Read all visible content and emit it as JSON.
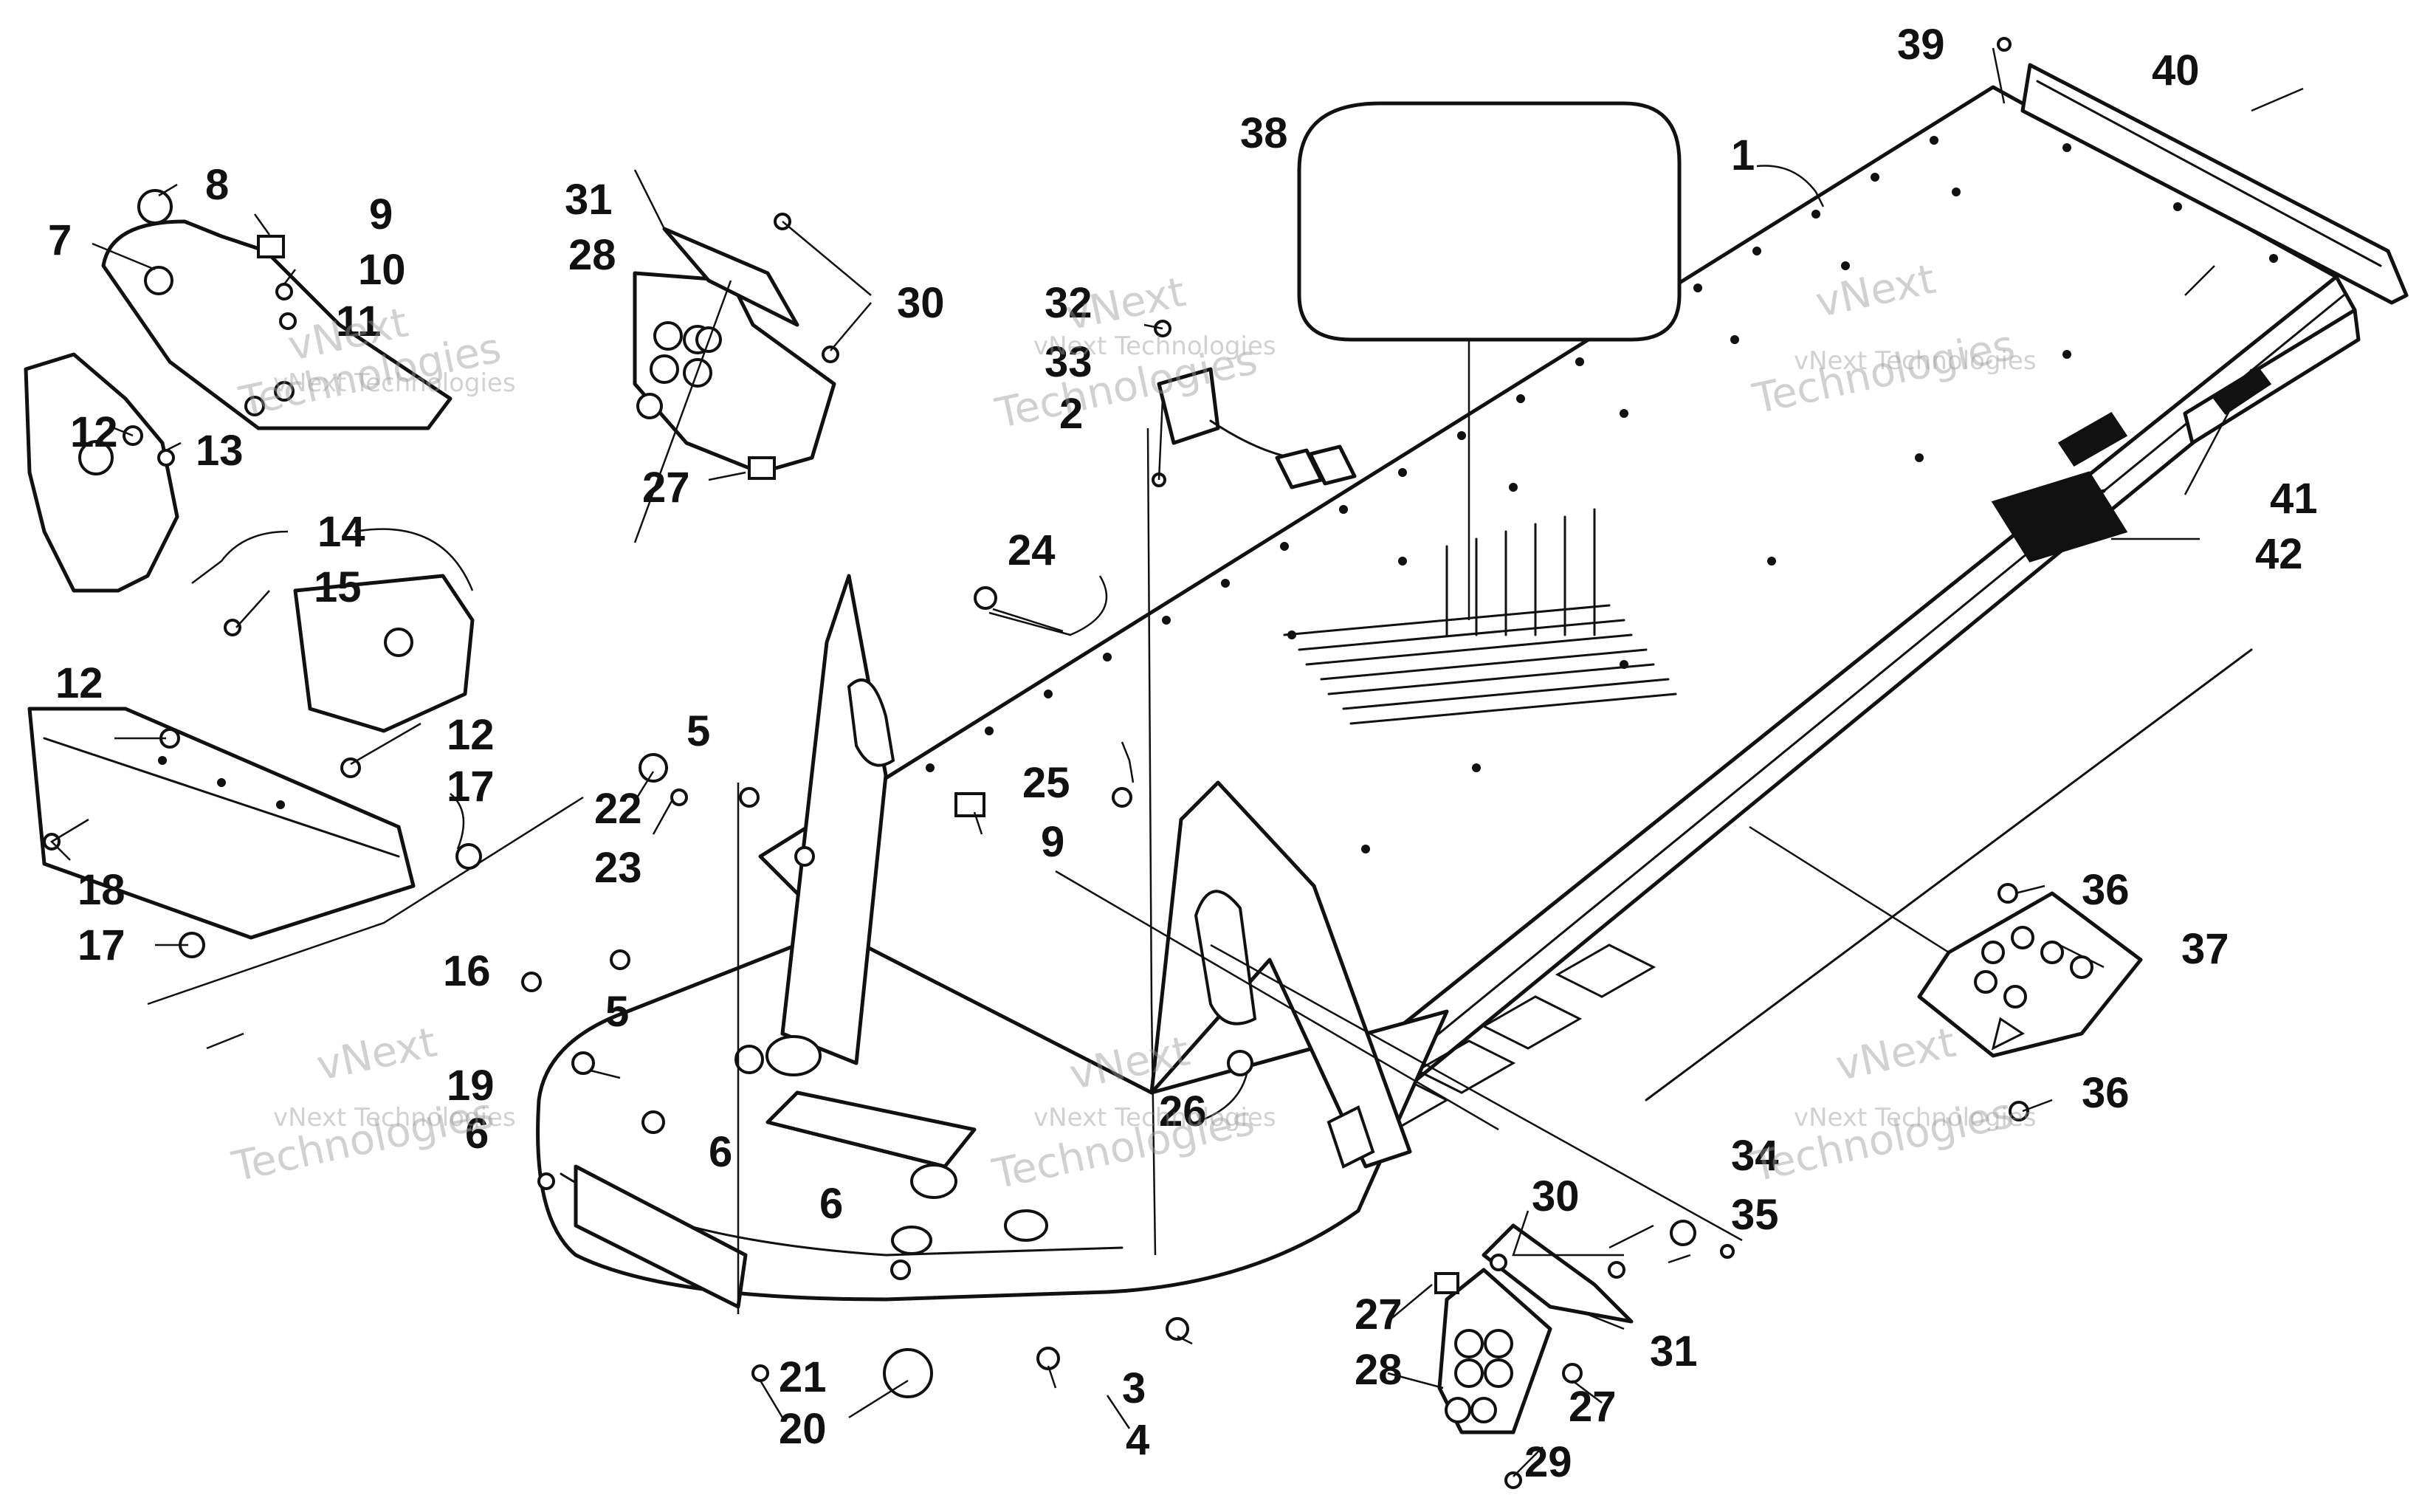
{
  "watermark": {
    "line1": "vNext",
    "line2": "Technologies",
    "full": "vNext Technologies"
  },
  "callouts": [
    {
      "label": "1"
    },
    {
      "label": "2"
    },
    {
      "label": "3"
    },
    {
      "label": "4"
    },
    {
      "label": "5"
    },
    {
      "label": "5"
    },
    {
      "label": "6"
    },
    {
      "label": "6"
    },
    {
      "label": "7"
    },
    {
      "label": "8"
    },
    {
      "label": "9"
    },
    {
      "label": "9"
    },
    {
      "label": "10"
    },
    {
      "label": "11"
    },
    {
      "label": "12"
    },
    {
      "label": "12"
    },
    {
      "label": "12"
    },
    {
      "label": "13"
    },
    {
      "label": "14"
    },
    {
      "label": "15"
    },
    {
      "label": "16"
    },
    {
      "label": "17"
    },
    {
      "label": "17"
    },
    {
      "label": "18"
    },
    {
      "label": "19"
    },
    {
      "label": "20"
    },
    {
      "label": "21"
    },
    {
      "label": "22"
    },
    {
      "label": "23"
    },
    {
      "label": "24"
    },
    {
      "label": "25"
    },
    {
      "label": "26"
    },
    {
      "label": "27"
    },
    {
      "label": "27"
    },
    {
      "label": "27"
    },
    {
      "label": "28"
    },
    {
      "label": "28"
    },
    {
      "label": "29"
    },
    {
      "label": "30"
    },
    {
      "label": "30"
    },
    {
      "label": "31"
    },
    {
      "label": "31"
    },
    {
      "label": "32"
    },
    {
      "label": "33"
    },
    {
      "label": "34"
    },
    {
      "label": "35"
    },
    {
      "label": "36"
    },
    {
      "label": "36"
    },
    {
      "label": "37"
    },
    {
      "label": "38"
    },
    {
      "label": "39"
    },
    {
      "label": "40"
    },
    {
      "label": "41"
    },
    {
      "label": "42"
    },
    {
      "label": "6"
    }
  ]
}
